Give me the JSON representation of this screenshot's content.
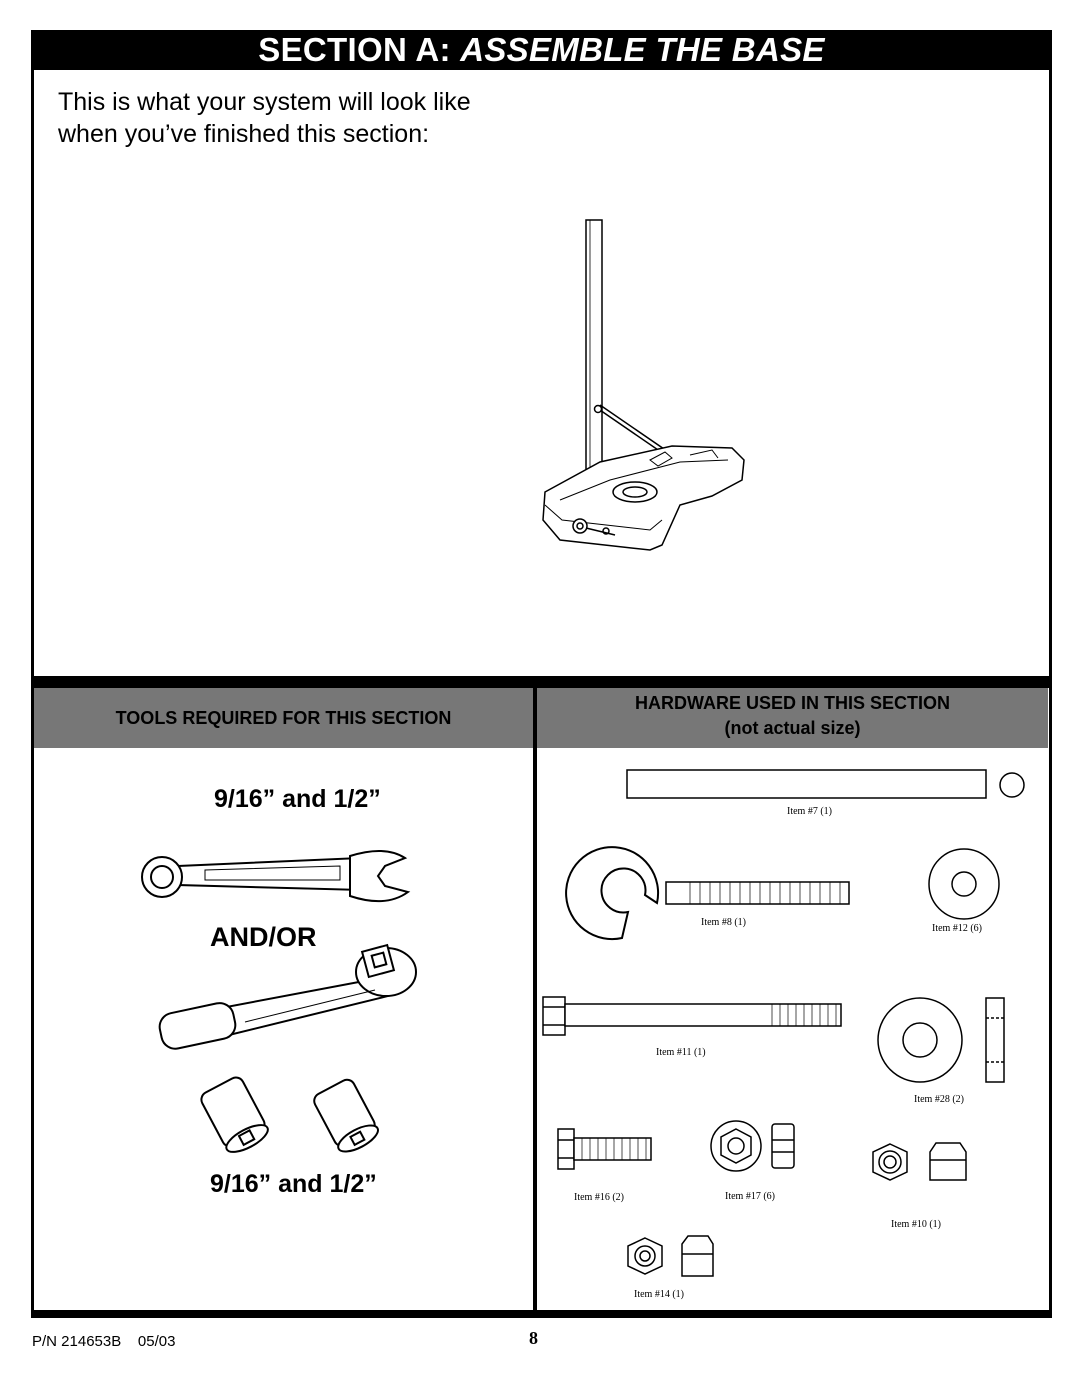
{
  "header": {
    "title_prefix": "SECTION A: ",
    "title_emphasis": "ASSEMBLE THE BASE"
  },
  "intro": {
    "line1": "This is what your system will look like",
    "line2": "when you’ve finished this section:"
  },
  "tools": {
    "heading": "TOOLS REQUIRED FOR THIS SECTION",
    "size_top": "9/16” and 1/2”",
    "and_or": "AND/OR",
    "size_bottom": "9/16” and 1/2”"
  },
  "hardware": {
    "heading_line1": "HARDWARE USED IN THIS SECTION",
    "heading_line2": "(not actual size)",
    "items": {
      "item7": "Item #7 (1)",
      "item8": "Item #8 (1)",
      "item12": "Item #12 (6)",
      "item11": "Item #11 (1)",
      "item28": "Item #28 (2)",
      "item16": "Item #16 (2)",
      "item17": "Item #17 (6)",
      "item10": "Item #10 (1)",
      "item14": "Item #14 (1)"
    }
  },
  "footer": {
    "part_number": "P/N 214653B    05/03",
    "page_number": "8"
  }
}
